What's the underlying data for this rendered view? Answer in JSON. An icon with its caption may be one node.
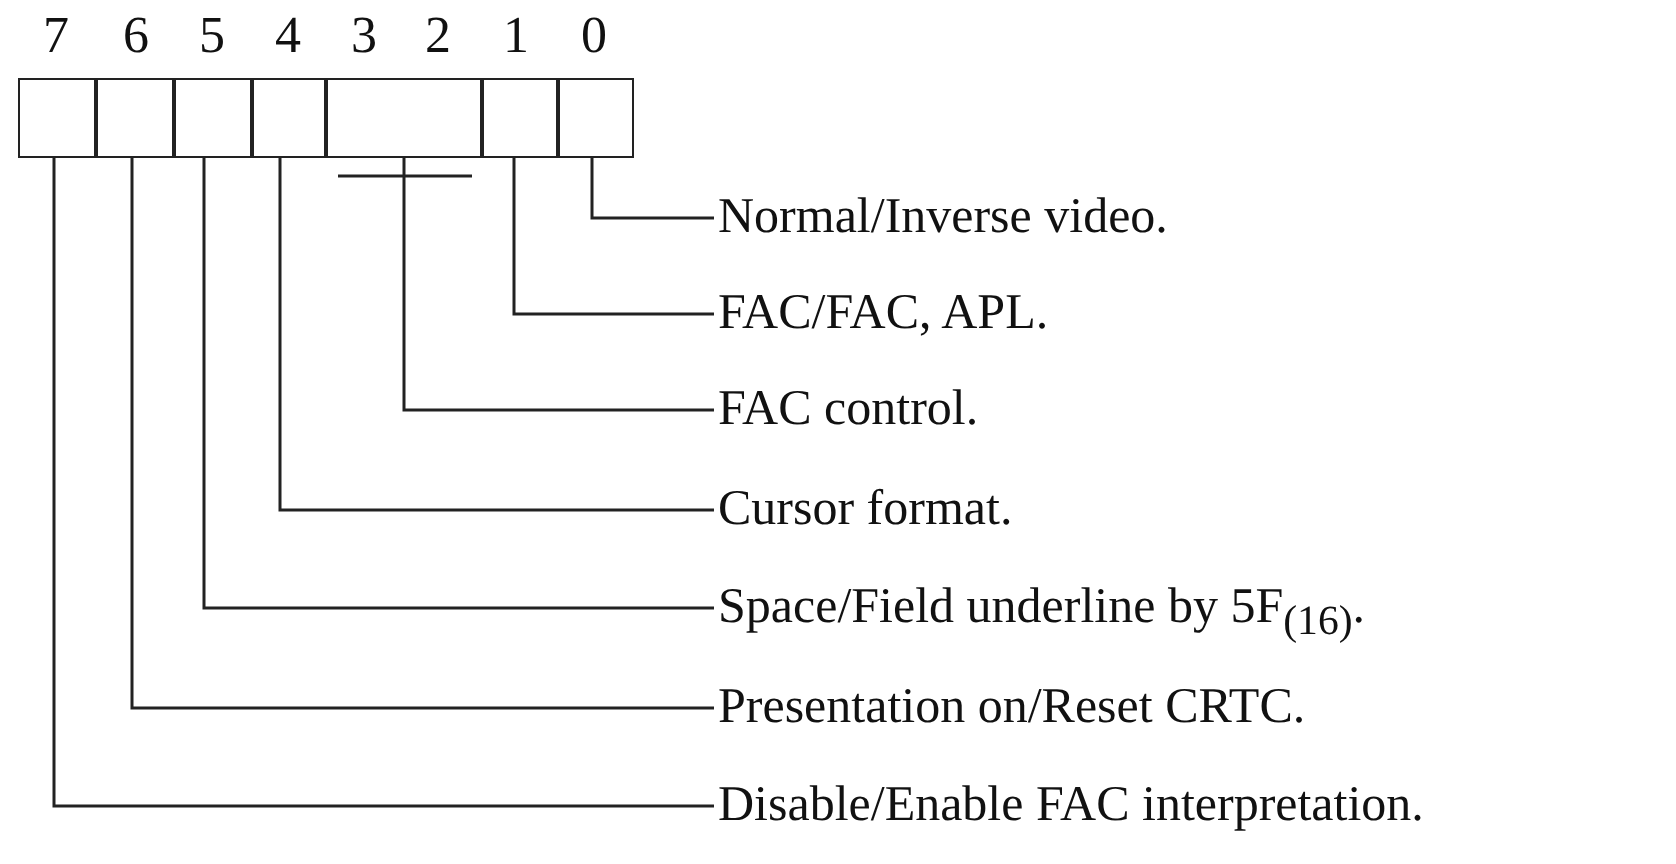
{
  "diagram": {
    "nodes": [
      {
        "text": [],
        "shape": "box"
      },
      {
        "text": [],
        "shape": "box"
      },
      {
        "text": [],
        "shape": "box"
      },
      {
        "text": [],
        "shape": "box"
      },
      {
        "text": [],
        "shape": "box"
      },
      {
        "text": [],
        "shape": "box"
      },
      {
        "text": [],
        "shape": "box"
      },
      {
        "text": [
          "Normal/Inverse video."
        ]
      },
      {
        "text": [
          "FAC/FAC, APL."
        ]
      },
      {
        "text": [
          "FAC control."
        ]
      },
      {
        "text": [
          "Cursor format."
        ]
      },
      {
        "text": [
          "Space/Field underline by 5F$_{(16)}$."
        ]
      },
      {
        "text": [
          "Presentation on/Reset CRTC."
        ]
      },
      {
        "text": [
          "Disable/Enable FAC interpretation."
        ]
      }
    ],
    "edges": [
      {
        "from": 7,
        "to": 6,
        "arrow": "none"
      },
      {
        "from": 8,
        "to": 5,
        "arrow": "none"
      },
      {
        "from": 9,
        "to": 4,
        "arrow": "none"
      },
      {
        "from": 10,
        "to": 3,
        "arrow": "none"
      },
      {
        "from": 11,
        "to": 2,
        "arrow": "none"
      },
      {
        "from": 12,
        "to": 1,
        "arrow": "none"
      },
      {
        "from": 13,
        "to": 0,
        "arrow": "none"
      }
    ],
    "labels": [
      "7",
      "6",
      "5",
      "4",
      "3",
      "2",
      "1",
      "0"
    ]
  }
}
